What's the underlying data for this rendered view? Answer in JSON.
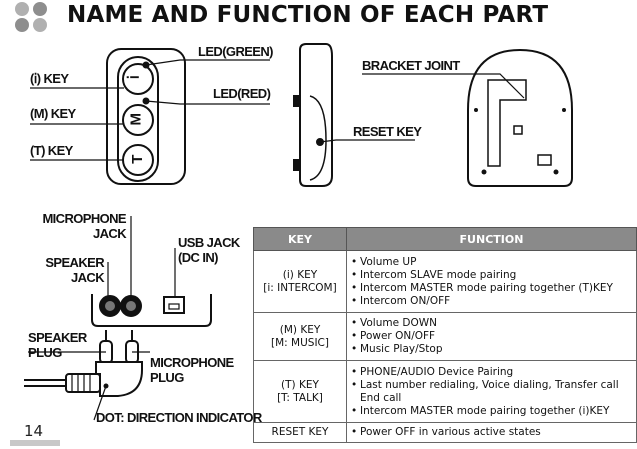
{
  "title": "NAME AND FUNCTION OF EACH PART",
  "page_number": "14",
  "labels": {
    "i_key": "(ⅰ) KEY",
    "m_key": "(M) KEY",
    "t_key": "(T) KEY",
    "led_green": "LED(GREEN)",
    "led_red": "LED(RED)",
    "bracket_joint": "BRACKET JOINT",
    "reset_key": "RESET KEY",
    "microphone_jack_1": "MICROPHONE",
    "microphone_jack_2": "JACK",
    "speaker_jack_1": "SPEAKER",
    "speaker_jack_2": "JACK",
    "usb_jack_1": "USB JACK",
    "usb_jack_2": "(DC IN)",
    "speaker_plug_1": "SPEAKER",
    "speaker_plug_2": "PLUG",
    "microphone_plug_1": "MICROPHONE",
    "microphone_plug_2": "PLUG",
    "dot_indicator": "DOT: DIRECTION INDICATOR"
  },
  "button_glyphs": {
    "i": "ⅰ",
    "m": "M",
    "t": "T"
  },
  "table": {
    "headers": {
      "key": "KEY",
      "function": "FUNCTION"
    },
    "rows": [
      {
        "key_line1": "(ⅰ) KEY",
        "key_line2": "[ⅰ: INTERCOM]",
        "functions": [
          "Volume UP",
          "Intercom SLAVE mode pairing",
          "Intercom MASTER mode pairing together (T)KEY",
          "Intercom ON/OFF"
        ]
      },
      {
        "key_line1": "(M) KEY",
        "key_line2": "[M: MUSIC]",
        "functions": [
          "Volume DOWN",
          "Power ON/OFF",
          "Music Play/Stop"
        ]
      },
      {
        "key_line1": "(T) KEY",
        "key_line2": "[T: TALK]",
        "functions": [
          "PHONE/AUDIO Device Pairing",
          "Last number redialing, Voice dialing, Transfer call End call",
          "Intercom MASTER mode pairing together (ⅰ)KEY"
        ]
      },
      {
        "key_line1": "RESET KEY",
        "key_line2": "",
        "functions": [
          "Power OFF in various active states"
        ]
      }
    ]
  },
  "colors": {
    "header_bg": "#8a8a8a",
    "dot_gray": "#9a9a9a",
    "device_fill": "#ffffff"
  }
}
